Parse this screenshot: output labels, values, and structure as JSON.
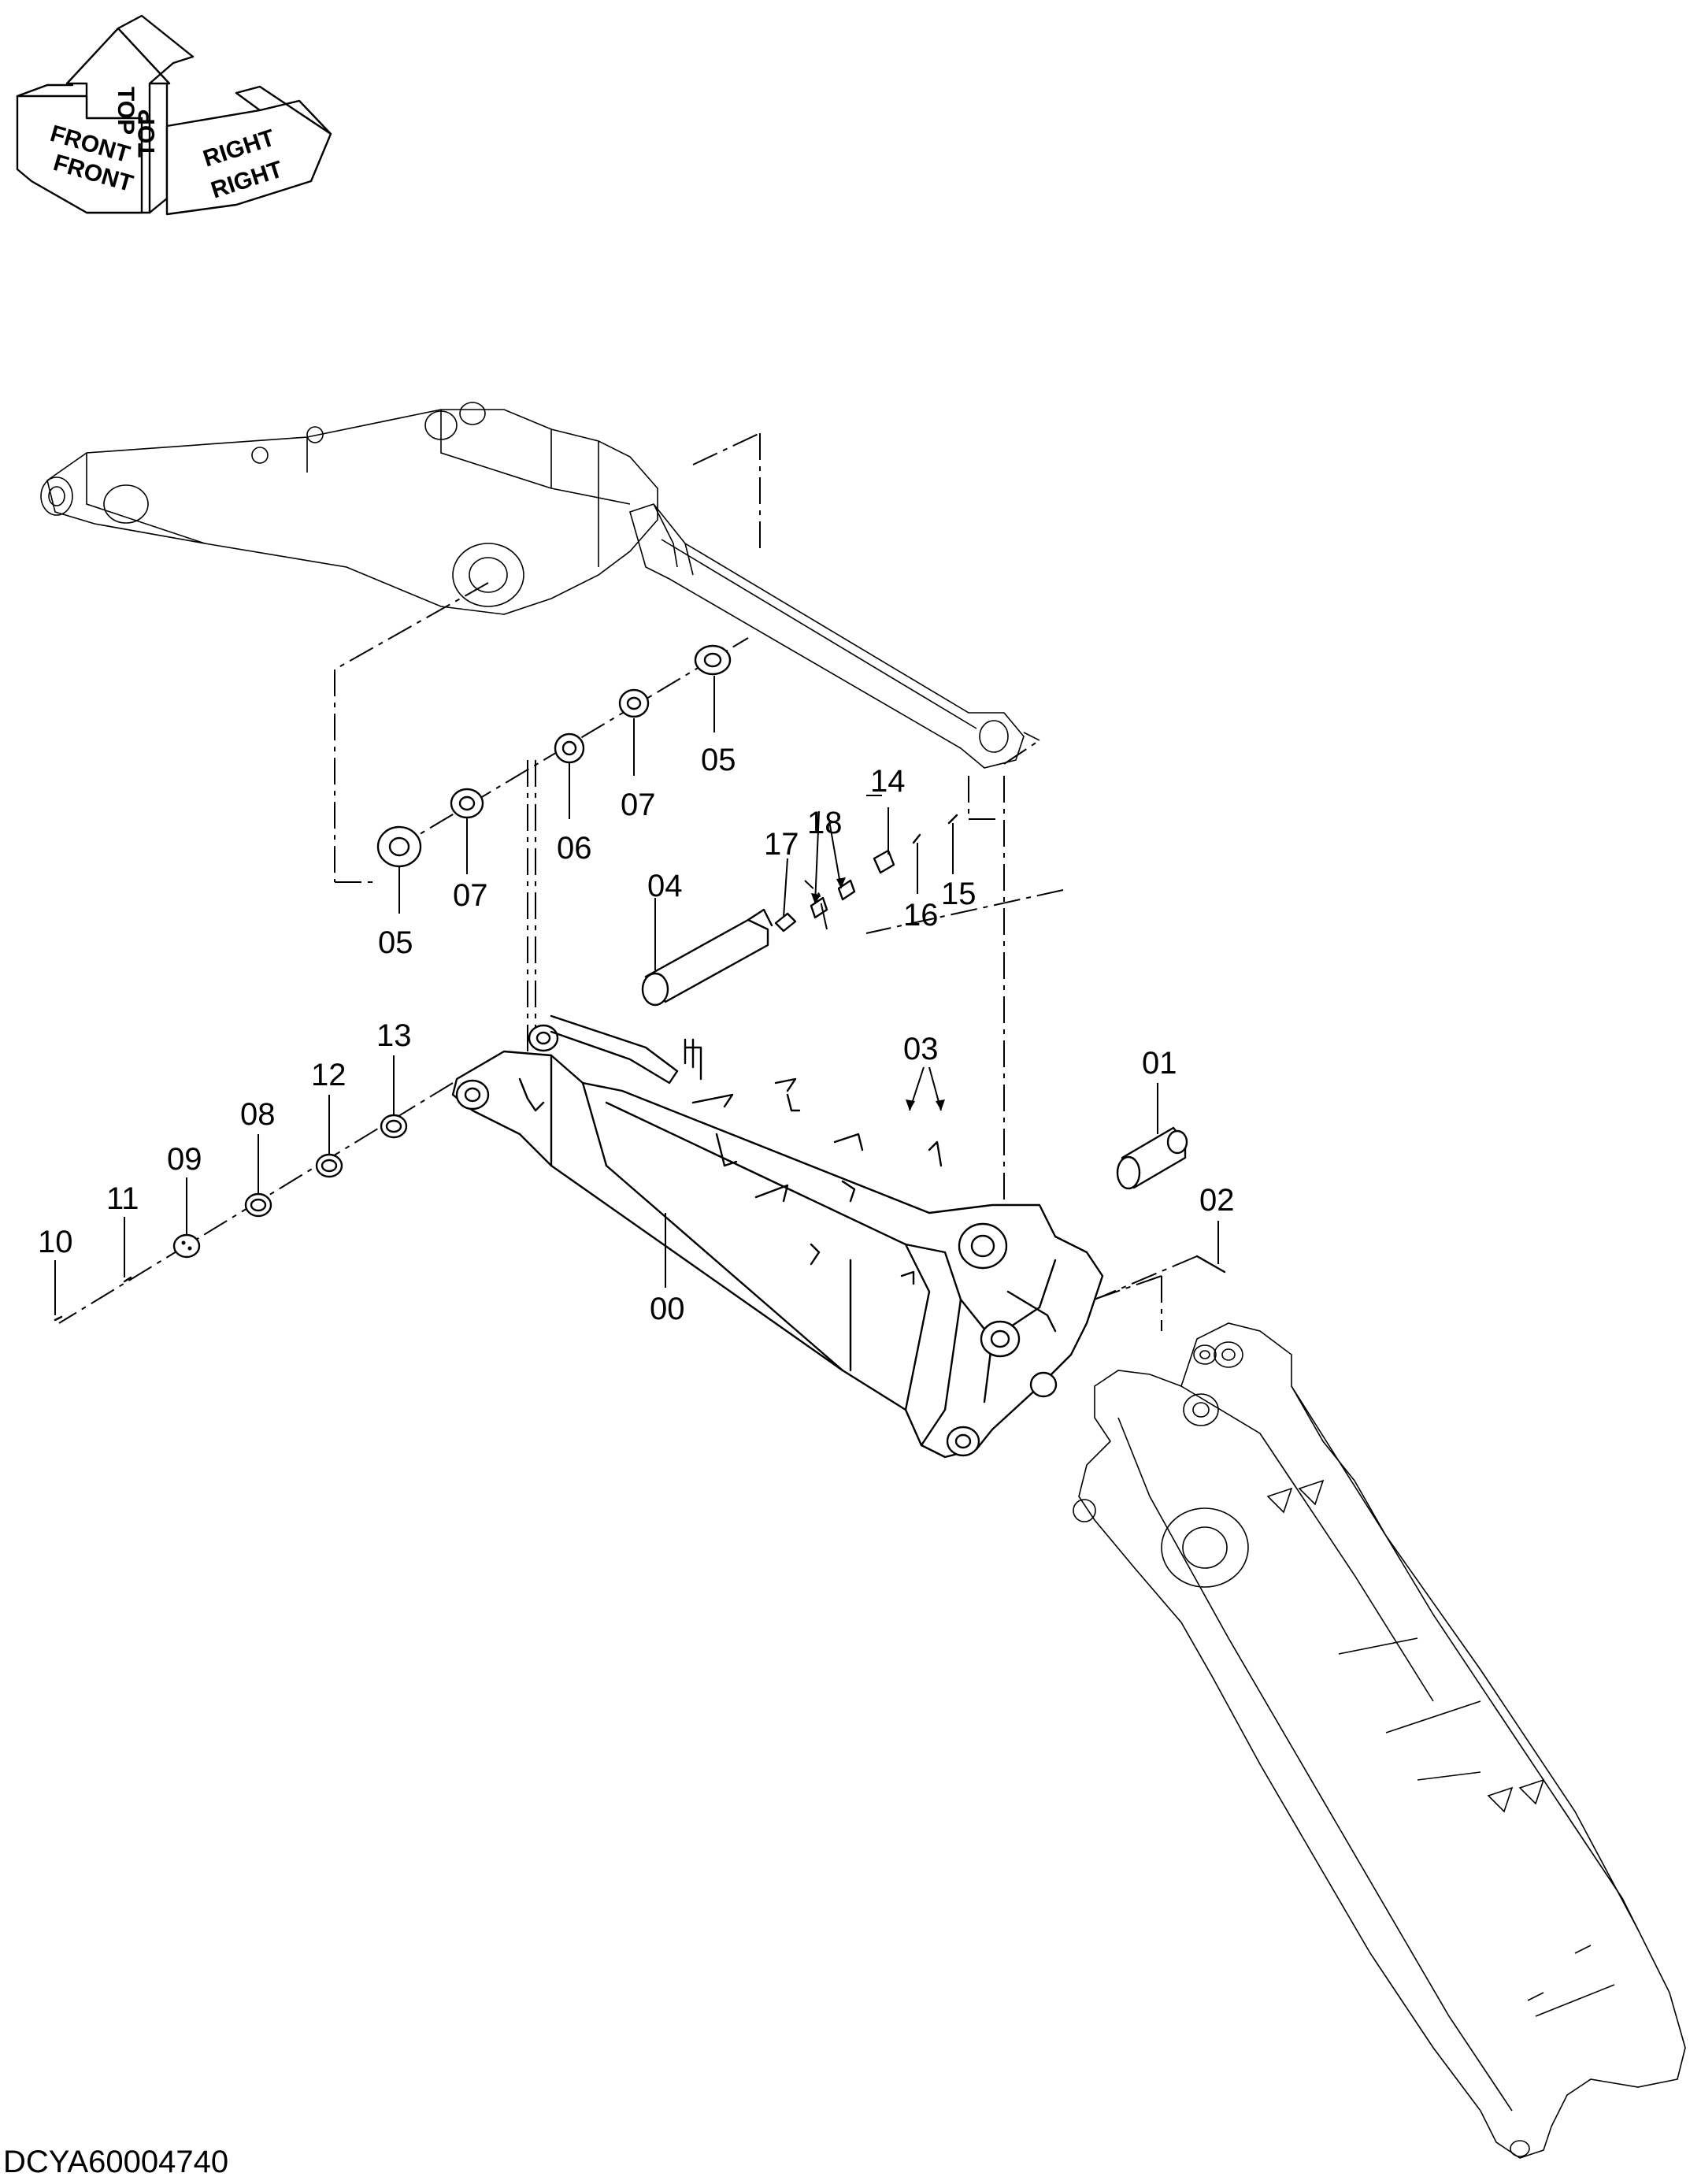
{
  "orientation": {
    "front_upper": "FRONT",
    "front_lower": "FRONT",
    "top_left": "TOP",
    "top_right": "TOP",
    "right_upper": "RIGHT",
    "right_lower": "RIGHT"
  },
  "callouts": {
    "c00": "00",
    "c01": "01",
    "c02": "02",
    "c03": "03",
    "c04": "04",
    "c05a": "05",
    "c05b": "05",
    "c06": "06",
    "c07a": "07",
    "c07b": "07",
    "c08": "08",
    "c09": "09",
    "c10": "10",
    "c11": "11",
    "c12": "12",
    "c13": "13",
    "c14": "14",
    "c15": "15",
    "c16": "16",
    "c17": "17",
    "c18": "18"
  },
  "drawing_code": "DCYA60004740"
}
